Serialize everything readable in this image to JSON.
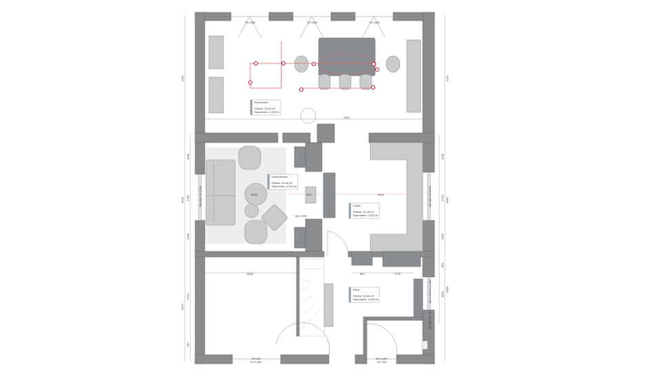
{
  "plan": {
    "rooms": [
      {
        "name": "Esszimmer",
        "area": "Fläche: 33,18 m²",
        "height": "Raumhöhe: 2,915 m"
      },
      {
        "name": "Wohnzimmer",
        "area": "Fläche: 33,18 m²",
        "height": "Raumhöhe: 2,915 m"
      },
      {
        "name": "Küche",
        "area": "Fläche: 33,18 m²",
        "height": "Raumhöhe: 2,915 m"
      },
      {
        "name": "Diele",
        "area": "Fläche: 33,18 m²",
        "height": "Raumhöhe: 2,915 m"
      }
    ],
    "doors_top": [
      "TH 2250",
      "TH 2250",
      "TH 2250"
    ],
    "dimensions": {
      "esszimmer_width": "7620",
      "wohn_width": "3658",
      "passage": "909",
      "kueche_width": "3641",
      "diele_width": "3018",
      "seg_800": "800",
      "seg_1725": "1725",
      "left_total_top": "4110",
      "right_total_top": "4110",
      "left_1048": "1048",
      "left_3660": "3660",
      "left_1750": "1750",
      "left_1389": "1389",
      "left_3670": "3670",
      "left_2710": "2710",
      "left_790": "790",
      "right_1048": "1048",
      "right_3660": "3660",
      "right_1750": "1750",
      "right_1389": "1389",
      "right_800": "800",
      "right_2300": "2300",
      "right_1430": "1430"
    },
    "openings": {
      "wohn_window": "BH 820\nFH 1750",
      "wohn_niche": "NH 1.935",
      "kueche_window": "BH 820\nFH 1750",
      "diele_window_1": "BH 1.130\nFH 1.450",
      "diele_window_2": "BH 820\nFH 720",
      "bottom_left_bh": "BH 820",
      "bottom_left_fh": "FH 1.500",
      "bottom_right_bh": "BH 1.360",
      "bottom_right_fh": "FH 720"
    }
  }
}
